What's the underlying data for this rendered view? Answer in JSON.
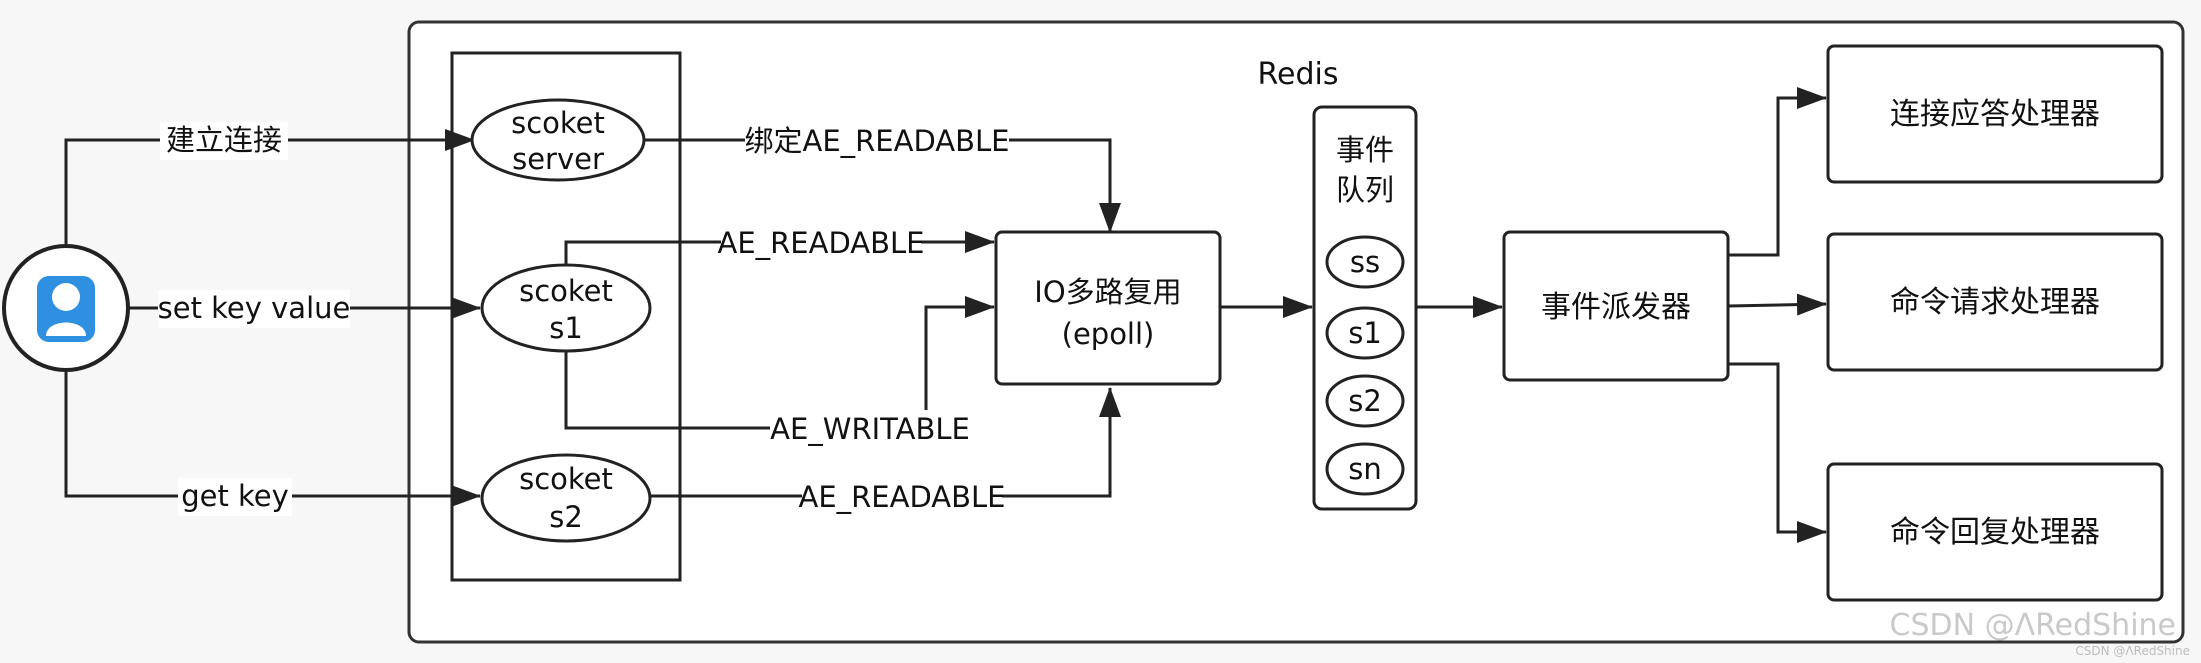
{
  "diagram": {
    "container_label": "Redis",
    "client": {
      "icon": "user-avatar-icon",
      "accent_color": "#2f8fe0"
    },
    "client_actions": {
      "connect": "建立连接",
      "set": "set key value",
      "get": "get key"
    },
    "sockets": {
      "server": {
        "line1": "scoket",
        "line2": "server"
      },
      "s1": {
        "line1": "scoket",
        "line2": "s1"
      },
      "s2": {
        "line1": "scoket",
        "line2": "s2"
      }
    },
    "events": {
      "bind_readable": "绑定AE_READABLE",
      "s1_readable": "AE_READABLE",
      "s1_writable": "AE_WRITABLE",
      "s2_readable": "AE_READABLE"
    },
    "multiplexer": {
      "line1": "IO多路复用",
      "line2": "(epoll)"
    },
    "queue": {
      "title_line1": "事件",
      "title_line2": "队列",
      "items": [
        "ss",
        "s1",
        "s2",
        "sn"
      ]
    },
    "dispatcher": "事件派发器",
    "handlers": {
      "connect": "连接应答处理器",
      "request": "命令请求处理器",
      "reply": "命令回复处理器"
    }
  },
  "watermark": {
    "main": "CSDN @ΛRedShine",
    "small": "CSDN @ΛRedShine"
  }
}
